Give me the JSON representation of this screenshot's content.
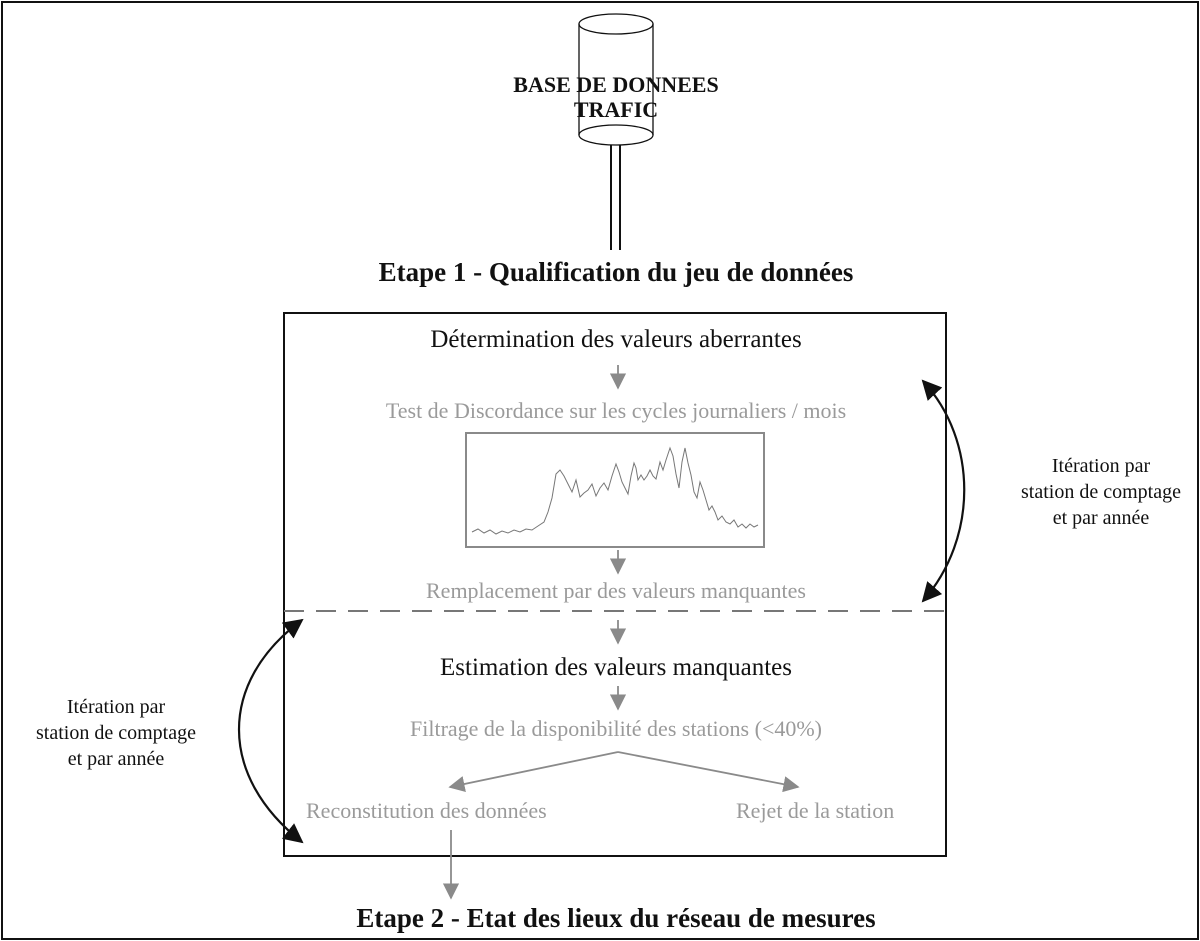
{
  "database": {
    "line1": "BASE DE DONNEES",
    "line2": "TRAFIC"
  },
  "step1": {
    "title": "Etape 1 - Qualification du jeu de données"
  },
  "outliers": {
    "title": "Détermination des valeurs aberrantes",
    "test": "Test de Discordance sur les cycles journaliers / mois",
    "replace": "Remplacement par des valeurs manquantes"
  },
  "estimation": {
    "title": "Estimation des valeurs manquantes",
    "filter": "Filtrage de la disponibilité des stations (<40%)",
    "reconstitution": "Reconstitution des données",
    "reject": "Rejet de la station"
  },
  "iteration_right": {
    "line1": "Itération par",
    "line2": "station de comptage",
    "line3": "et par année"
  },
  "iteration_left": {
    "line1": "Itération par",
    "line2": "station de comptage",
    "line3": "et par année"
  },
  "step2": {
    "title": "Etape 2 - Etat des lieux du réseau de mesures"
  },
  "colors": {
    "text": "#111111",
    "gray": "#9a9a9a",
    "stroke": "#111111"
  }
}
